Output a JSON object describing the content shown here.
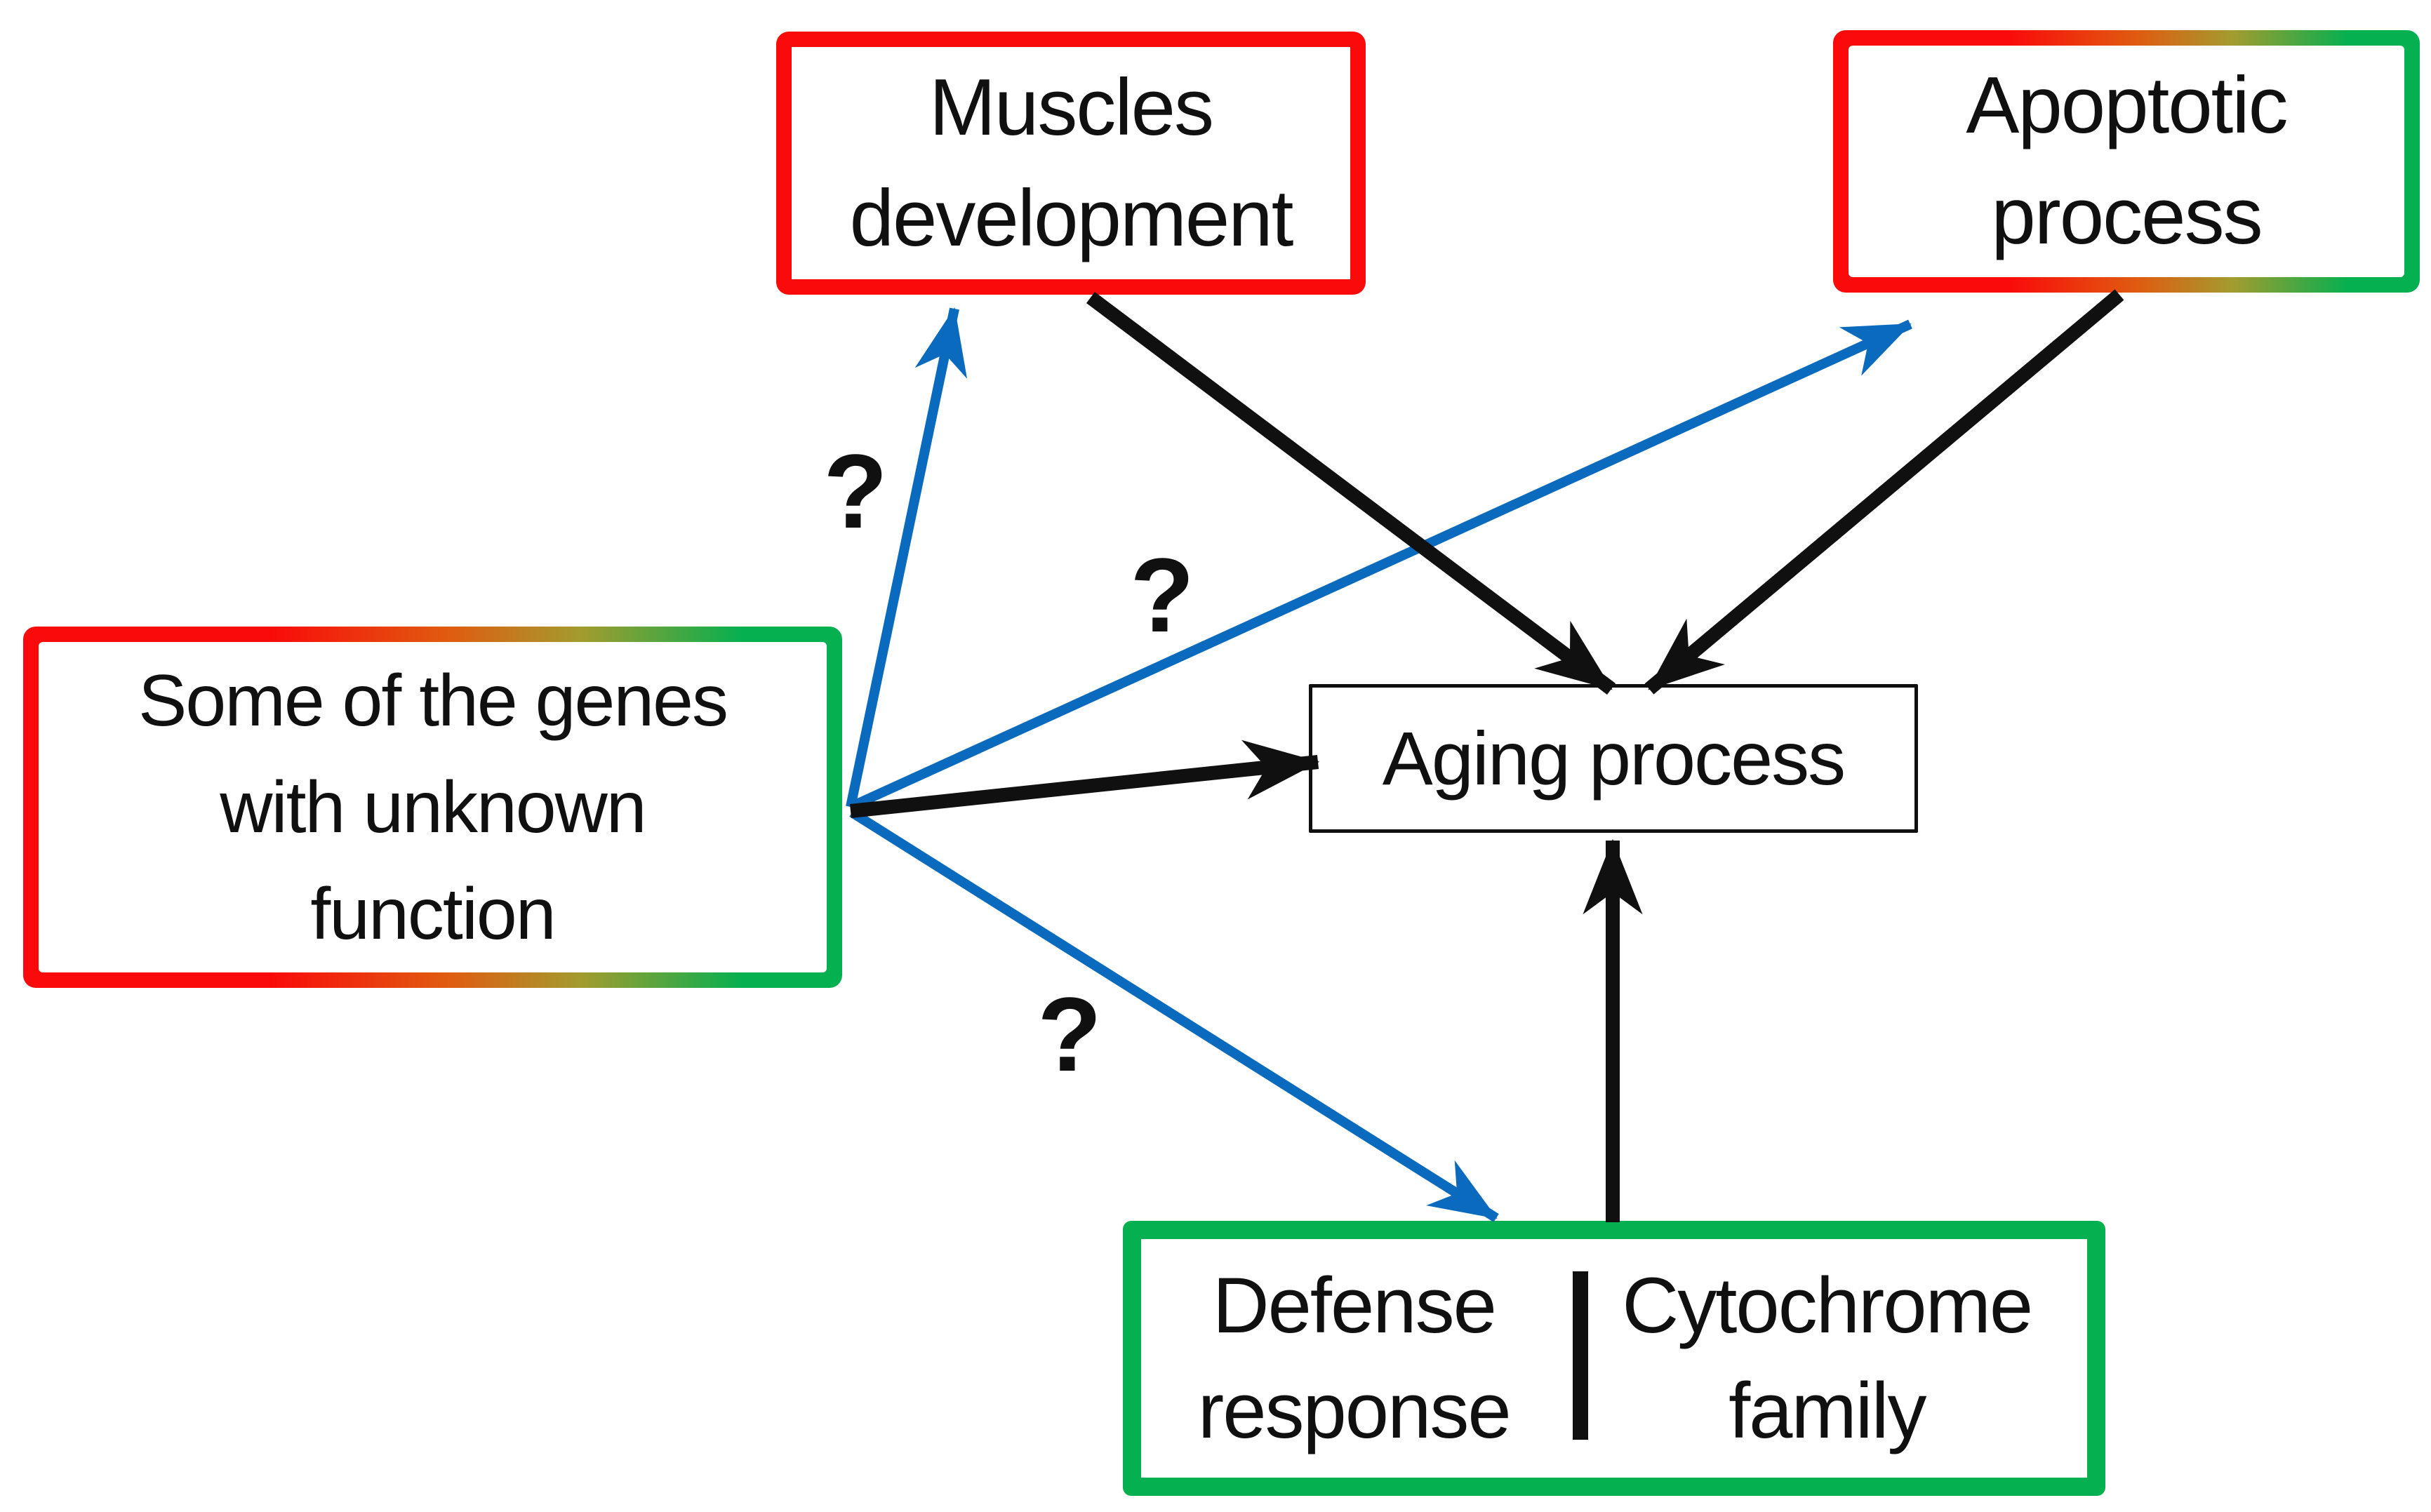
{
  "colors": {
    "paper": "#ffffff",
    "ink": "#101010",
    "red": "#fa0a0a",
    "green": "#04b050",
    "blue": "#0a6abe",
    "grad-orange": "#e05c10",
    "grad-olive": "#a39b2e"
  },
  "nodes": {
    "muscles": {
      "lines": [
        "Muscles",
        "development"
      ],
      "border": "red-solid"
    },
    "apoptotic": {
      "lines": [
        "Apoptotic",
        "process"
      ],
      "border": "red-to-green-gradient"
    },
    "genes": {
      "lines": [
        "Some of the genes",
        "with unknown",
        "function"
      ],
      "border": "red-to-green-gradient"
    },
    "aging": {
      "lines": [
        "Aging process"
      ],
      "border": "black-thin"
    },
    "defense_cytochrome": {
      "left_lines": [
        "Defense",
        "response"
      ],
      "right_lines": [
        "Cytochrome",
        "family"
      ],
      "border": "green-solid"
    }
  },
  "marks": {
    "q": "?"
  },
  "edges": [
    {
      "from": "genes",
      "to": "muscles",
      "style": "blue-arrow",
      "label": "?"
    },
    {
      "from": "genes",
      "to": "apoptotic",
      "style": "blue-arrow",
      "label": "?"
    },
    {
      "from": "genes",
      "to": "defense_cytochrome",
      "style": "blue-arrow",
      "label": "?"
    },
    {
      "from": "genes",
      "to": "aging",
      "style": "black-arrow",
      "label": ""
    },
    {
      "from": "muscles",
      "to": "aging",
      "style": "black-arrow",
      "label": ""
    },
    {
      "from": "apoptotic",
      "to": "aging",
      "style": "black-arrow",
      "label": ""
    },
    {
      "from": "defense_cytochrome",
      "to": "aging",
      "style": "black-arrow",
      "label": ""
    }
  ]
}
